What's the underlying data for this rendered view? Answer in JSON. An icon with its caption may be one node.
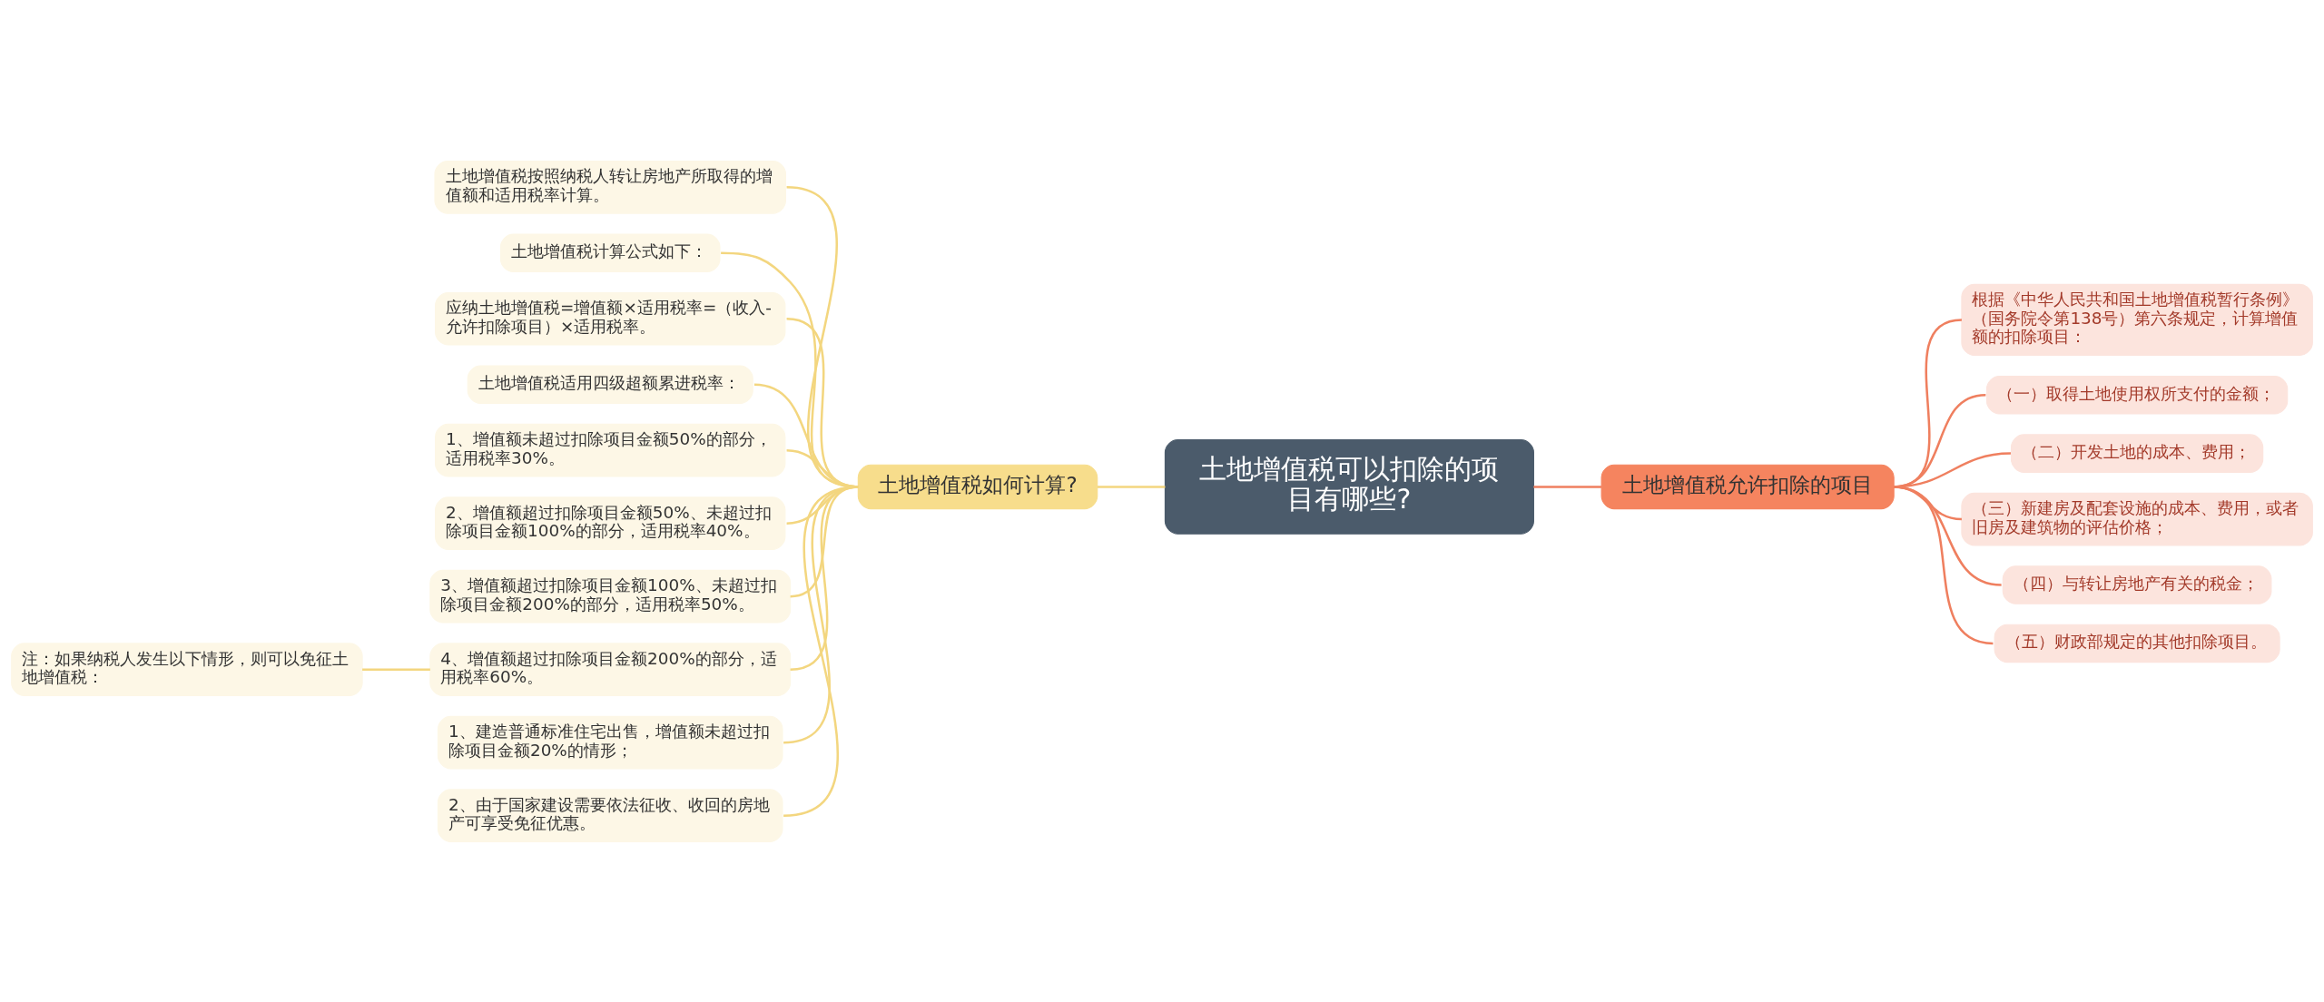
{
  "diagram": {
    "nodes": [
      {
        "text": [
          "土地增值税可以扣除的项目有哪些?"
        ]
      },
      {
        "text": [
          "土地增值税如何计算?"
        ]
      },
      {
        "text": [
          "土地增值税按照纳税人转让房地产所取得的增值额和适用税率计算。"
        ]
      },
      {
        "text": [
          "土地增值税计算公式如下："
        ]
      },
      {
        "text": [
          "应纳土地增值税=增值额×适用税率=（收入-允许扣除项目）×适用税率。"
        ]
      },
      {
        "text": [
          "土地增值税适用四级超额累进税率："
        ]
      },
      {
        "text": [
          "1、增值额未超过扣除项目金额50%的部分，适用税率30%。"
        ]
      },
      {
        "text": [
          "2、增值额超过扣除项目金额50%、未超过扣除项目金额100%的部分，适用税率40%。"
        ]
      },
      {
        "text": [
          "3、增值额超过扣除项目金额100%、未超过扣除项目金额200%的部分，适用税率50%。"
        ]
      },
      {
        "text": [
          "4、增值额超过扣除项目金额200%的部分，适用税率60%。"
        ]
      },
      {
        "text": [
          "1、建造普通标准住宅出售，增值额未超过扣除项目金额20%的情形；"
        ]
      },
      {
        "text": [
          "2、由于国家建设需要依法征收、收回的房地产可享受免征优惠。"
        ]
      },
      {
        "text": [
          "注：如果纳税人发生以下情形，则可以免征土地增值税："
        ]
      },
      {
        "text": [
          "土地增值税允许扣除的项目"
        ]
      },
      {
        "text": [
          "根据《中华人民共和国土地增值税暂行条例》（国务院令第138号）第六条规定，计算增值额的扣除项目："
        ]
      },
      {
        "text": [
          "（一）取得土地使用权所支付的金额；"
        ]
      },
      {
        "text": [
          "（二）开发土地的成本、费用；"
        ]
      },
      {
        "text": [
          "（三）新建房及配套设施的成本、费用，或者旧房及建筑物的评估价格；"
        ]
      },
      {
        "text": [
          "（四）与转让房地产有关的税金；"
        ]
      },
      {
        "text": [
          "（五）财政部规定的其他扣除项目。"
        ]
      }
    ],
    "edges": [
      {
        "from": 1,
        "to": 0,
        "arrow": "none"
      },
      {
        "from": 2,
        "to": 1,
        "arrow": "none"
      },
      {
        "from": 3,
        "to": 1,
        "arrow": "none"
      },
      {
        "from": 4,
        "to": 1,
        "arrow": "none"
      },
      {
        "from": 5,
        "to": 1,
        "arrow": "none"
      },
      {
        "from": 6,
        "to": 1,
        "arrow": "none"
      },
      {
        "from": 7,
        "to": 1,
        "arrow": "none"
      },
      {
        "from": 8,
        "to": 1,
        "arrow": "none"
      },
      {
        "from": 9,
        "to": 1,
        "arrow": "none"
      },
      {
        "from": 10,
        "to": 1,
        "arrow": "none"
      },
      {
        "from": 11,
        "to": 1,
        "arrow": "none"
      },
      {
        "from": 12,
        "to": 9,
        "arrow": "none"
      },
      {
        "from": 0,
        "to": 13,
        "arrow": "none",
        "color": "#ef7f5f"
      },
      {
        "from": 13,
        "to": 14,
        "arrow": "none",
        "color": "#ef7f5f"
      },
      {
        "from": 13,
        "to": 15,
        "arrow": "none",
        "color": "#ef7f5f"
      },
      {
        "from": 13,
        "to": 16,
        "arrow": "none",
        "color": "#ef7f5f"
      },
      {
        "from": 13,
        "to": 17,
        "arrow": "none",
        "color": "#ef7f5f"
      },
      {
        "from": 13,
        "to": 18,
        "arrow": "none",
        "color": "#ef7f5f"
      },
      {
        "from": 13,
        "to": 19,
        "arrow": "none",
        "color": "#ef7f5f"
      }
    ]
  }
}
